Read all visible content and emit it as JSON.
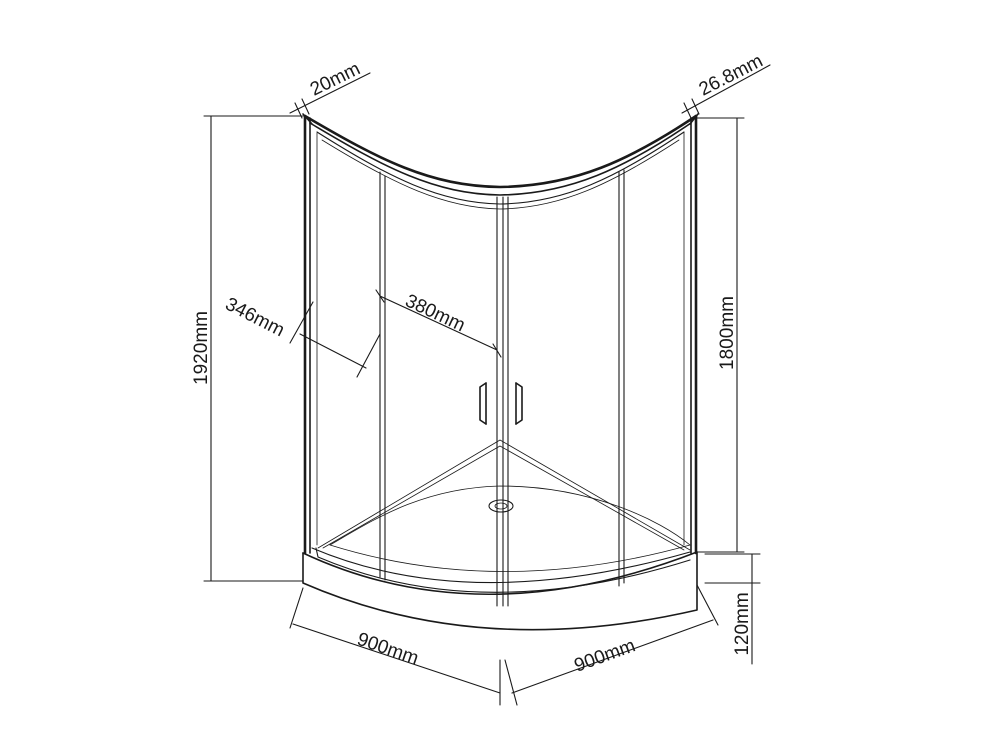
{
  "diagram": {
    "dimensions": {
      "glass_thickness": "20mm",
      "frame_thickness": "26.8mm",
      "total_height": "1920mm",
      "glass_height": "1800mm",
      "fixed_panel_width": "346mm",
      "door_width": "380mm",
      "left_depth": "900mm",
      "right_depth": "900mm",
      "tray_height": "120mm"
    }
  }
}
